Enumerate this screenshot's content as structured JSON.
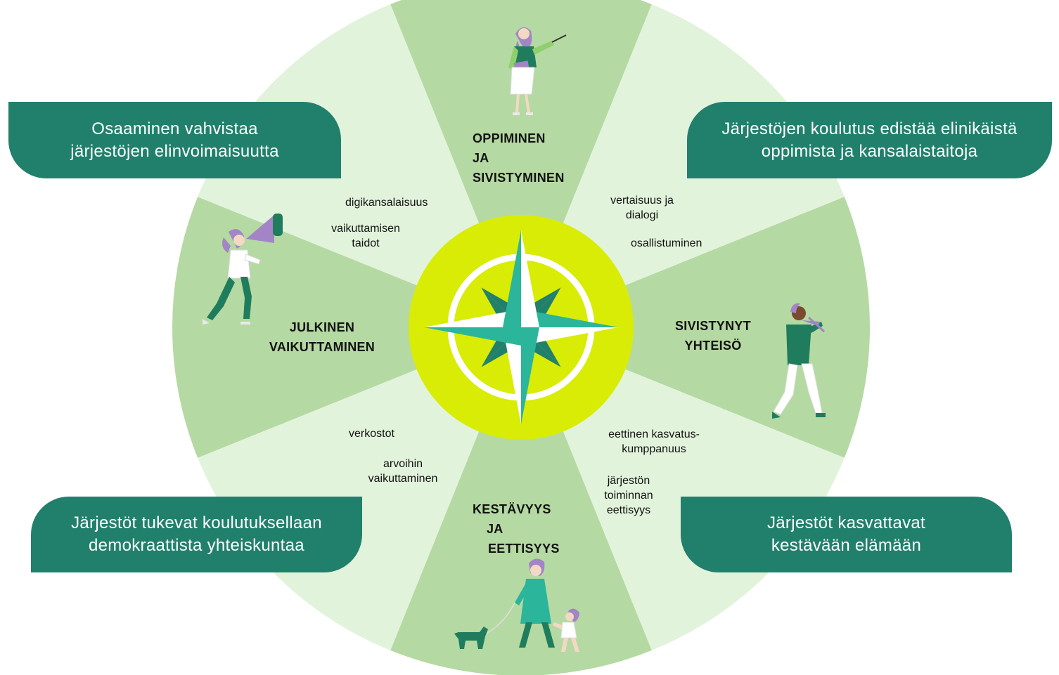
{
  "colors": {
    "sector_dark": "#b5d9a2",
    "sector_light": "#e2f3dc",
    "compass_ring": "#d8ec06",
    "compass_needle_teal": "#2bb59a",
    "compass_needle_dark": "#21806c",
    "pill": "#21806c",
    "figure_purple": "#a384c6",
    "figure_green": "#1f7d5e"
  },
  "sectors": {
    "top": {
      "lines": [
        "OPPIMINEN",
        "JA",
        "SIVISTYMINEN"
      ],
      "figure": "teacher-figure"
    },
    "right": {
      "lines": [
        "SIVISTYNYT",
        "YHTEISÖ"
      ],
      "figure": "violinist-figure"
    },
    "bottom": {
      "lines": [
        "KESTÄVYYS",
        "JA",
        "EETTISYYS"
      ],
      "figure": "family-with-dog-figure"
    },
    "left": {
      "lines": [
        "JULKINEN",
        "VAIKUTTAMINEN"
      ],
      "figure": "megaphone-figure"
    }
  },
  "keywords": {
    "top_left": [
      "digikansalaisuus",
      "vaikuttamisen",
      "taidot"
    ],
    "top_right": [
      "vertaisuus ja",
      "dialogi",
      "osallistuminen"
    ],
    "bottom_left": [
      "verkostot",
      "arvoihin",
      "vaikuttaminen"
    ],
    "bottom_right": [
      "eettinen kasvatus-",
      "kumppanuus",
      "järjestön",
      "toiminnan",
      "eettisyys"
    ]
  },
  "statements": {
    "top_left": [
      "Osaaminen vahvistaa",
      "järjestöjen elinvoimaisuutta"
    ],
    "top_right": [
      "Järjestöjen koulutus edistää elinikäistä",
      "oppimista ja kansalaistaitoja"
    ],
    "bottom_left": [
      "Järjestöt tukevat koulutuksellaan",
      "demokraattista yhteiskuntaa"
    ],
    "bottom_right": [
      "Järjestöt kasvattavat",
      "kestävään elämään"
    ]
  },
  "center_icon": "compass-rose-icon"
}
